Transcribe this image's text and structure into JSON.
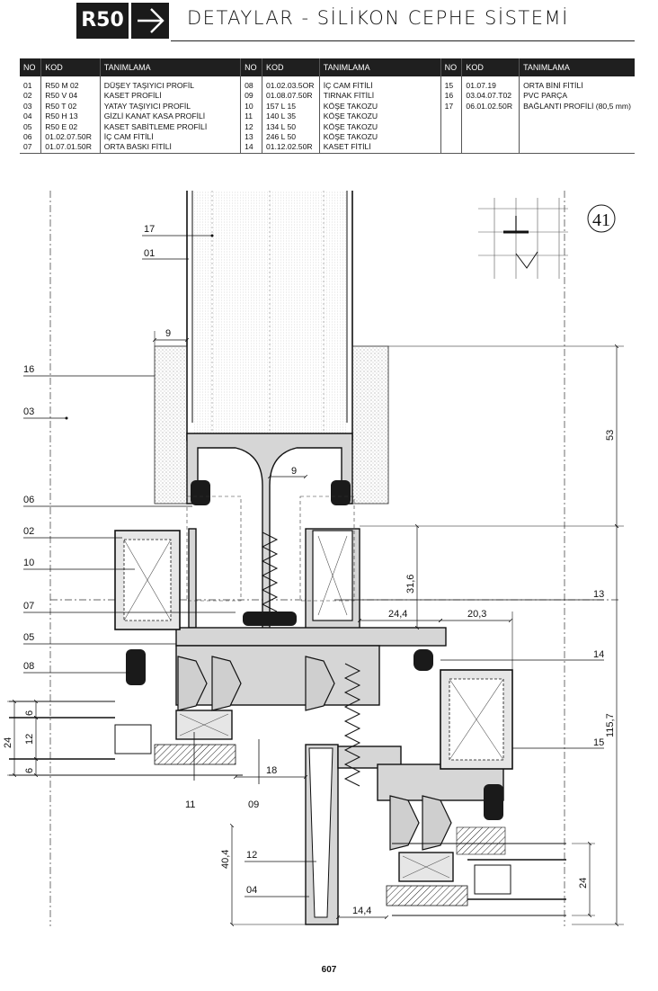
{
  "header": {
    "series": "R50",
    "title": "DETAYLAR - SİLİKON CEPHE SİSTEMİ"
  },
  "parts_table": {
    "headers": [
      "NO",
      "KOD",
      "TANIMLAMA"
    ],
    "columns": [
      [
        {
          "no": "01",
          "kod": "R50 M 02",
          "tanim": "DÜŞEY TAŞIYICI PROFİL"
        },
        {
          "no": "02",
          "kod": "R50 V 04",
          "tanim": "KASET PROFİLİ"
        },
        {
          "no": "03",
          "kod": "R50 T 02",
          "tanim": "YATAY TAŞIYICI PROFİL"
        },
        {
          "no": "04",
          "kod": "R50 H 13",
          "tanim": "GİZLİ KANAT KASA PROFİLİ"
        },
        {
          "no": "05",
          "kod": "R50 E 02",
          "tanim": "KASET SABİTLEME PROFİLİ"
        },
        {
          "no": "06",
          "kod": "01.02.07.50R",
          "tanim": "İÇ CAM FİTİLİ"
        },
        {
          "no": "07",
          "kod": "01.07.01.50R",
          "tanim": "ORTA BASKI FİTİLİ"
        }
      ],
      [
        {
          "no": "08",
          "kod": "01.02.03.5OR",
          "tanim": "İÇ CAM FİTİLİ"
        },
        {
          "no": "09",
          "kod": "01.08.07.50R",
          "tanim": "TIRNAK FİTİLİ"
        },
        {
          "no": "10",
          "kod": "157 L 15",
          "tanim": "KÖŞE TAKOZU"
        },
        {
          "no": "11",
          "kod": "140 L 35",
          "tanim": "KÖŞE TAKOZU"
        },
        {
          "no": "12",
          "kod": "134 L 50",
          "tanim": "KÖŞE TAKOZU"
        },
        {
          "no": "13",
          "kod": "246 L 50",
          "tanim": "KÖŞE TAKOZU"
        },
        {
          "no": "14",
          "kod": "01.12.02.50R",
          "tanim": "KASET FİTİLİ"
        }
      ],
      [
        {
          "no": "15",
          "kod": "01.07.19",
          "tanim": "ORTA BİNİ FİTİLİ"
        },
        {
          "no": "16",
          "kod": "03.04.07.T02",
          "tanim": "PVC PARÇA"
        },
        {
          "no": "17",
          "kod": "06.01.02.50R",
          "tanim": "BAĞLANTI PROFİLİ (80,5 mm)"
        }
      ]
    ]
  },
  "drawing": {
    "detail_number": "41",
    "part_labels": [
      "17",
      "01",
      "16",
      "03",
      "06",
      "02",
      "10",
      "07",
      "05",
      "08",
      "13",
      "14",
      "15",
      "11",
      "09",
      "12",
      "04"
    ],
    "dimensions": [
      "9",
      "9",
      "53",
      "31,6",
      "24,4",
      "20,3",
      "115,7",
      "6",
      "12",
      "24",
      "6",
      "18",
      "40,4",
      "14,4",
      "24"
    ]
  },
  "footer": {
    "page_number": "607"
  }
}
